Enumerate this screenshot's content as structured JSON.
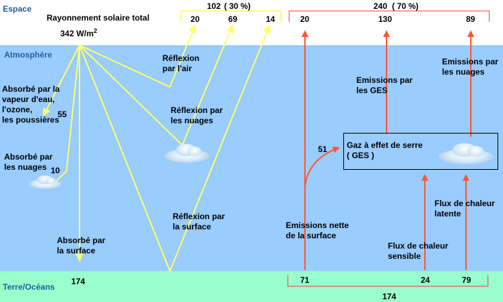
{
  "zones": {
    "space": "Espace",
    "atmosphere": "Atmosphère",
    "earth": "Terre/Océans"
  },
  "solar": {
    "title": "Rayonnement solaire total",
    "value": "342 W/m",
    "exponent": "2"
  },
  "reflected": {
    "total": "102",
    "percent": "( 30 %)",
    "air": "20",
    "clouds": "69",
    "surface": "14"
  },
  "emitted": {
    "total": "240",
    "percent": "( 70 %)",
    "surface": "20",
    "ges": "130",
    "clouds": "89"
  },
  "labels": {
    "reflexion_air": [
      "Réflexion",
      "par l'air"
    ],
    "reflexion_nuages": [
      "Réflexion par",
      "les nuages"
    ],
    "reflexion_surface": [
      "Réflexion par",
      "la surface"
    ],
    "absorbe_vapeur": [
      "Absorbé par la",
      "vapeur d'eau,",
      "l'ozone,",
      "les poussières"
    ],
    "absorbe_nuages": [
      "Absorbé par",
      "les nuages"
    ],
    "absorbe_surface": [
      "Absorbé par",
      "la surface"
    ],
    "emissions_ges": [
      "Emissions par",
      "les GES"
    ],
    "emissions_nuages": [
      "Emissions par",
      "les nuages"
    ],
    "ges": [
      "Gaz à effet de serre",
      "( GES )"
    ],
    "emissions_surface": [
      "Emissions nette",
      "de la surface"
    ],
    "flux_sensible": [
      "Flux de chaleur",
      "sensible"
    ],
    "flux_latent": [
      "Flux de chaleur",
      "latente"
    ]
  },
  "values": {
    "absorbe_vapeur": "55",
    "absorbe_nuages": "10",
    "absorbe_surface": "174",
    "ges_absorption": "51",
    "surface_net": "71",
    "sensible": "24",
    "latent": "79",
    "surface_total": "174"
  },
  "colors": {
    "solar": "#ffff66",
    "infrared": "#ff5533",
    "bracket_reflected": "#ffff00",
    "bracket_emitted": "#ff3333",
    "space": "#ffffff",
    "atmosphere": "#99ccff",
    "earth": "#99ffcc"
  }
}
